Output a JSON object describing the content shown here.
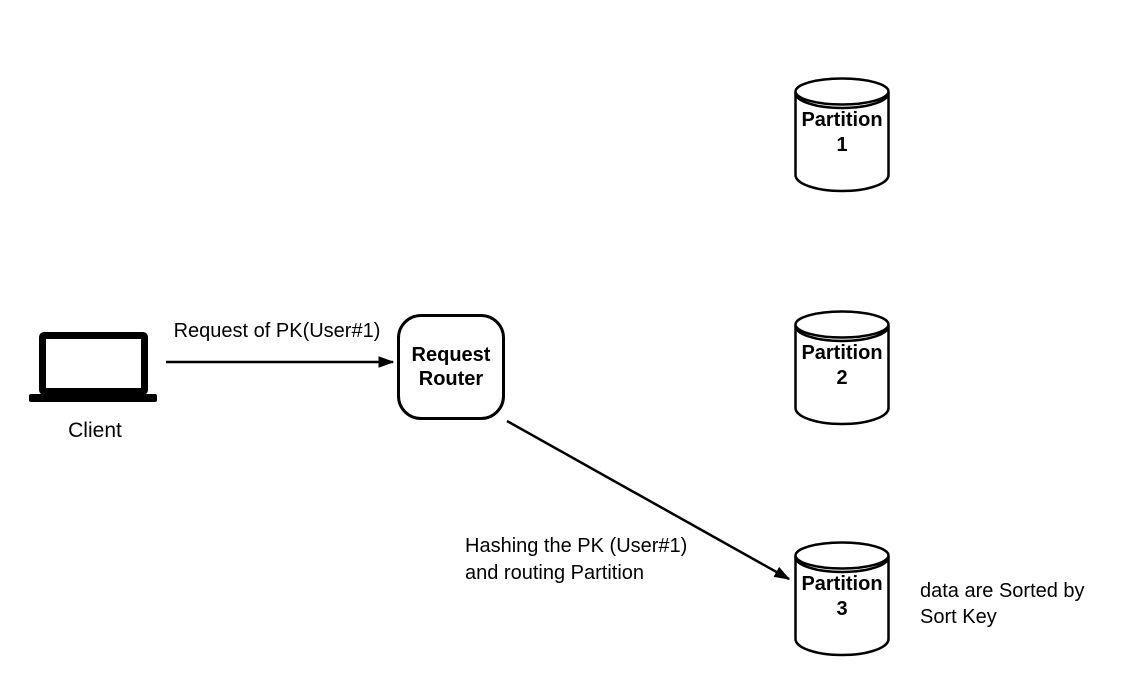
{
  "client": {
    "label": "Client"
  },
  "router": {
    "line1": "Request",
    "line2": "Router"
  },
  "labels": {
    "request": "Request of PK(User#1)",
    "hashing_line1": "Hashing the PK (User#1)",
    "hashing_line2": "and routing Partition",
    "sorted_line1": "data are Sorted by",
    "sorted_line2": "Sort Key"
  },
  "partitions": [
    {
      "label": "Partition",
      "number": "1"
    },
    {
      "label": "Partition",
      "number": "2"
    },
    {
      "label": "Partition",
      "number": "3"
    }
  ],
  "colors": {
    "stroke": "#000000",
    "background": "#ffffff"
  }
}
